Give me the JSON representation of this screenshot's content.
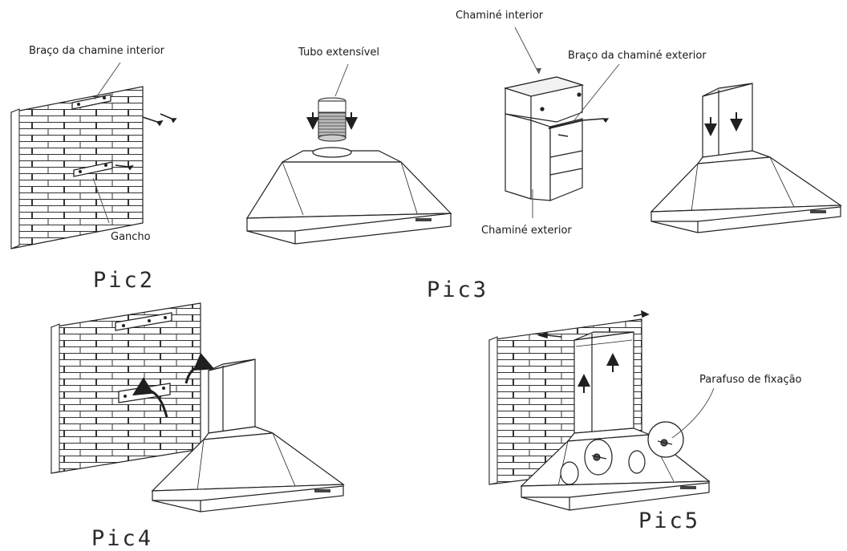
{
  "labels": {
    "braco_chamine_interior": "Braço da chamine interior",
    "gancho": "Gancho",
    "tubo_extensivel": "Tubo extensível",
    "chamine_interior": "Chaminé interior",
    "braco_chamine_exterior": "Braço da chaminé exterior",
    "chamine_exterior": "Chaminé exterior",
    "parafuso_fixacao": "Parafuso de fixação"
  },
  "captions": {
    "pic2": "Pic2",
    "pic3": "Pic3",
    "pic4": "Pic4",
    "pic5": "Pic5"
  },
  "colors": {
    "line": "#1f1f1f",
    "fill": "#ffffff",
    "shade": "#e6e6e6"
  }
}
